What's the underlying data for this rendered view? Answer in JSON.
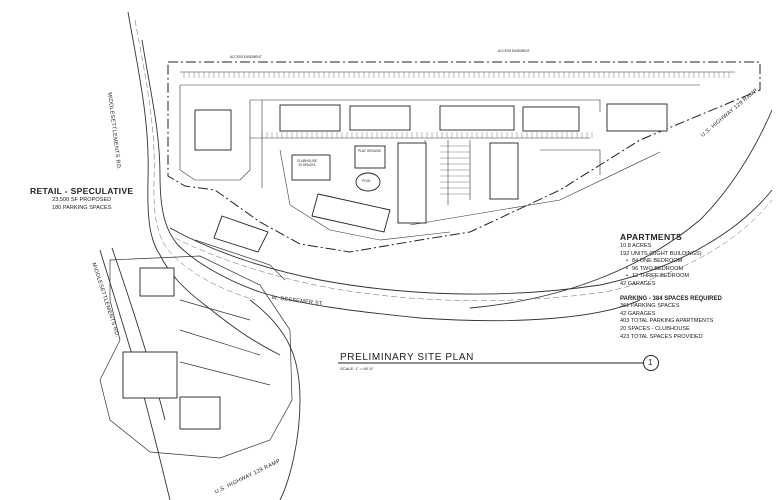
{
  "retail": {
    "title": "RETAIL - SPECULATIVE",
    "line1": "23,500 SF PROPOSED",
    "line2": "180 PARKING SPACES"
  },
  "apartments": {
    "title": "APARTMENTS",
    "acres": "10.8 ACRES",
    "units": "192 UNITS (EIGHT BUILDINGS)",
    "bullets": [
      "84 ONE BEDROOM",
      "96 TWO BEDROOM",
      "12 THREE BEDROOM"
    ],
    "garages": "42 GARAGES"
  },
  "parking": {
    "title": "PARKING - 384 SPACES REQUIRED",
    "lines": [
      "361 PARKING SPACES",
      "42 GARAGES",
      "403 TOTAL PARKING APARTMENTS",
      "20 SPACES - CLUBHOUSE",
      "423 TOTAL SPACES PROVIDED"
    ]
  },
  "plan": {
    "title": "PRELIMINARY SITE PLAN",
    "scale": "SCALE:  1\" = 60'-0\"",
    "sheet": "1"
  },
  "roads": {
    "middlesettlements_rd_1": "MIDDLESETTLEMENTS RD.",
    "middlesettlements_rd_2": "MIDDLESETTLEMENTS RD.",
    "bessemer": "W. BESSEMER ST.",
    "hwy_ramp_1": "U.S. HIGHWAY 129 RAMP",
    "hwy_ramp_2": "U.S. HIGHWAY 129 RAMP"
  },
  "labels": {
    "access_easement_1": "ACCESS EASEMENT",
    "access_easement_2": "ACCESS EASEMENT",
    "clubhouse": "CLUBHOUSE\n20 SPACES",
    "play_ground": "PLAY GROUND",
    "pool": "POOL"
  },
  "colors": {
    "ink": "#222222",
    "hatch": "#555555"
  }
}
